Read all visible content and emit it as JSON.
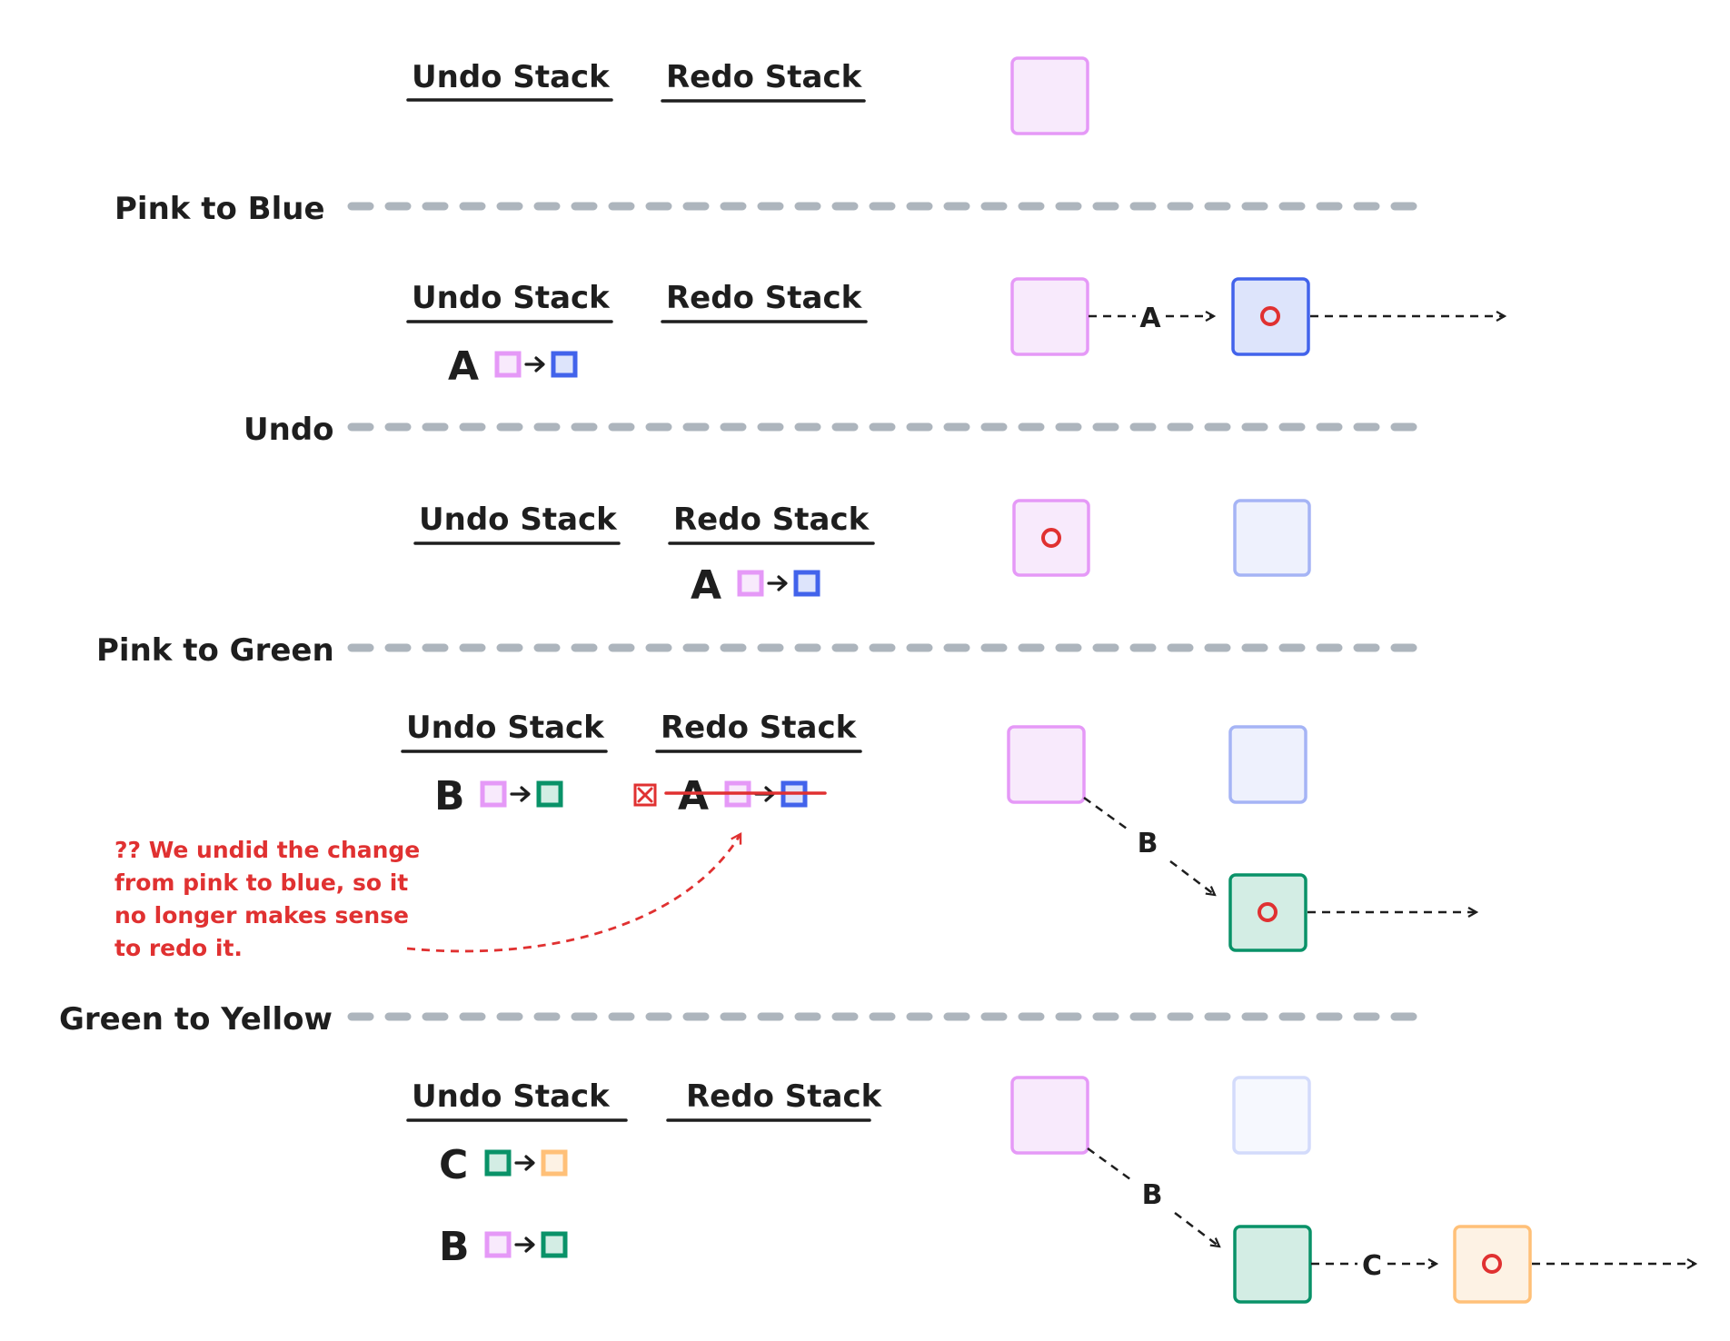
{
  "stack_headers": {
    "undo": "Undo Stack",
    "redo": "Redo Stack"
  },
  "sections": [
    {
      "id": "pink-to-blue",
      "label": "Pink to Blue"
    },
    {
      "id": "undo",
      "label": "Undo"
    },
    {
      "id": "pink-to-green",
      "label": "Pink to Green"
    },
    {
      "id": "green-to-yellow",
      "label": "Green to Yellow"
    }
  ],
  "entries": {
    "A": "A",
    "B": "B",
    "C": "C"
  },
  "edges": {
    "A": "A",
    "B": "B",
    "C": "C"
  },
  "note": {
    "lines": [
      "?? We undid the change",
      "from pink to blue, so it",
      "no longer makes sense",
      "to redo it."
    ]
  },
  "colors": {
    "pink": "#e599f7",
    "pink_fill": "#f8eafc",
    "blue": "#4263eb",
    "blue_fill": "#dde4fb",
    "blue_faded": "#a5b4f5",
    "blue_faded_fill": "#eef1fd",
    "blue_ghost": "#d3dbfb",
    "blue_ghost_fill": "#f6f8fe",
    "green": "#099268",
    "green_fill": "#d3ede4",
    "orange": "#ffc078",
    "orange_fill": "#fdf2e4",
    "red": "#e03131",
    "separator": "#adb5bd",
    "ink": "#1e1e1e"
  }
}
